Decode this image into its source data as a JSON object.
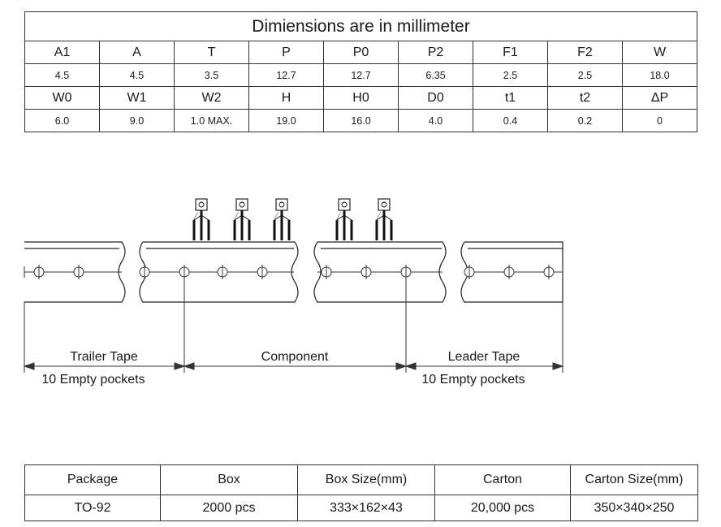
{
  "dimensions": {
    "title": "Dimiensions are in millimeter",
    "row1_headers": [
      "A1",
      "A",
      "T",
      "P",
      "P0",
      "P2",
      "F1",
      "F2",
      "W"
    ],
    "row1_values": [
      "4.5",
      "4.5",
      "3.5",
      "12.7",
      "12.7",
      "6.35",
      "2.5",
      "2.5",
      "18.0"
    ],
    "row2_headers": [
      "W0",
      "W1",
      "W2",
      "H",
      "H0",
      "D0",
      "t1",
      "t2",
      "ΔP"
    ],
    "row2_values": [
      "6.0",
      "9.0",
      "1.0 MAX.",
      "19.0",
      "16.0",
      "4.0",
      "0.4",
      "0.2",
      "0"
    ]
  },
  "diagram": {
    "trailer_label": "Trailer Tape",
    "trailer_pockets": "10 Empty pockets",
    "component_label": "Component",
    "leader_label": "Leader Tape",
    "leader_pockets": "10 Empty pockets"
  },
  "packaging": {
    "headers": [
      "Package",
      "Box",
      "Box Size(mm)",
      "Carton",
      "Carton Size(mm)"
    ],
    "values": [
      "TO-92",
      "2000 pcs",
      "333×162×43",
      "20,000 pcs",
      "350×340×250"
    ]
  }
}
